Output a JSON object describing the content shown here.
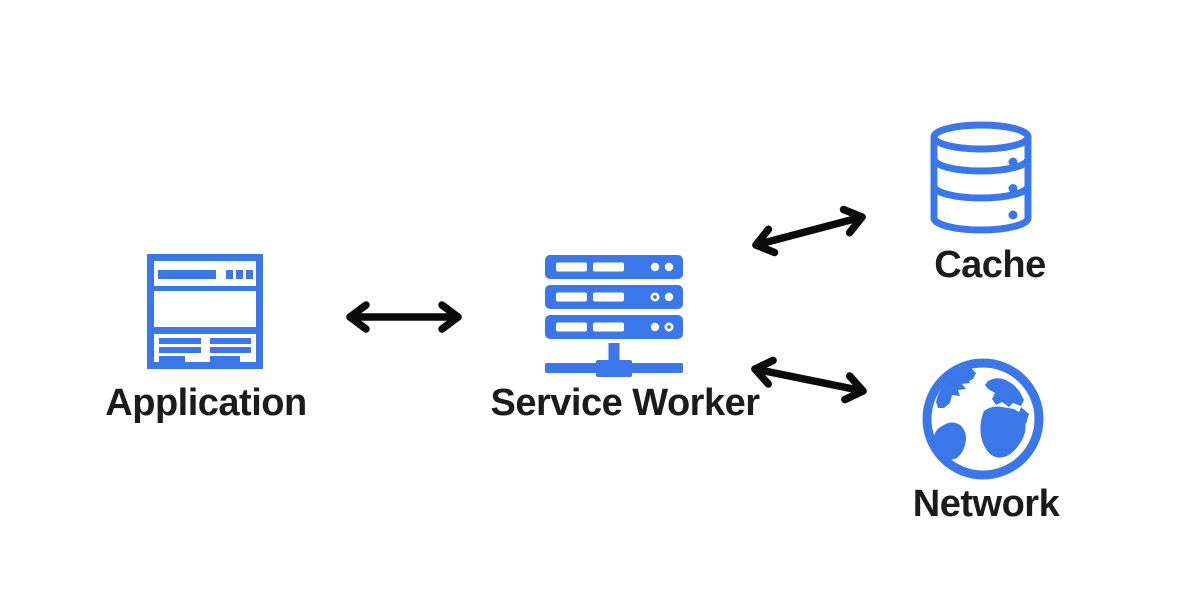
{
  "diagram": {
    "colors": {
      "background": "#ffffff",
      "accent": "#3B77E8",
      "arrow": "#0a0a0a",
      "label": "#1b1b1b"
    },
    "nodes": [
      {
        "id": "application",
        "label": "Application",
        "icon": "browser-window-icon"
      },
      {
        "id": "service-worker",
        "label": "Service Worker",
        "icon": "server-stack-icon"
      },
      {
        "id": "cache",
        "label": "Cache",
        "icon": "database-cylinder-icon"
      },
      {
        "id": "network",
        "label": "Network",
        "icon": "globe-icon"
      }
    ],
    "connections": [
      {
        "from": "Application",
        "to": "Service Worker",
        "style": "double-headed-arrow"
      },
      {
        "from": "Service Worker",
        "to": "Cache",
        "style": "double-headed-arrow"
      },
      {
        "from": "Service Worker",
        "to": "Network",
        "style": "double-headed-arrow"
      }
    ]
  }
}
